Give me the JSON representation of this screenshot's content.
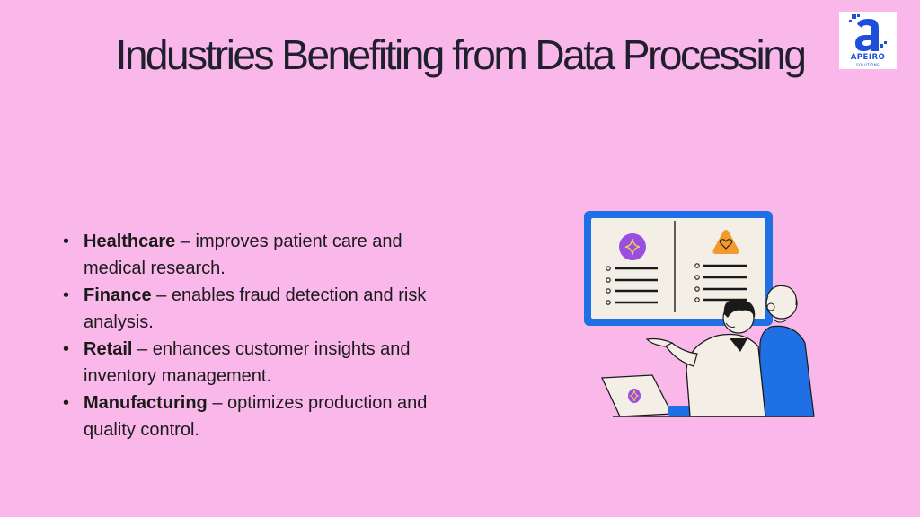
{
  "slide": {
    "title": "Industries Benefiting from Data Processing",
    "logo": {
      "mark": "a",
      "name": "APEIRO",
      "tagline": "SOLUTIONS",
      "color": "#1d4fd8"
    },
    "background": "#f9b8e9",
    "bullet_glyph": "•",
    "bullets": [
      {
        "term": "Healthcare",
        "desc": " – improves patient care and medical research."
      },
      {
        "term": "Finance",
        "desc": " – enables fraud detection and risk analysis."
      },
      {
        "term": "Retail",
        "desc": " – enhances customer insights and inventory management."
      },
      {
        "term": "Manufacturing",
        "desc": " – optimizes production and quality control."
      }
    ],
    "illustration": {
      "icons": [
        "sparkle-icon",
        "heart-icon",
        "sparkle-icon"
      ],
      "colors": {
        "frame": "#1f6fe5",
        "purple": "#9b4fe0",
        "orange": "#f39a2c"
      }
    }
  }
}
